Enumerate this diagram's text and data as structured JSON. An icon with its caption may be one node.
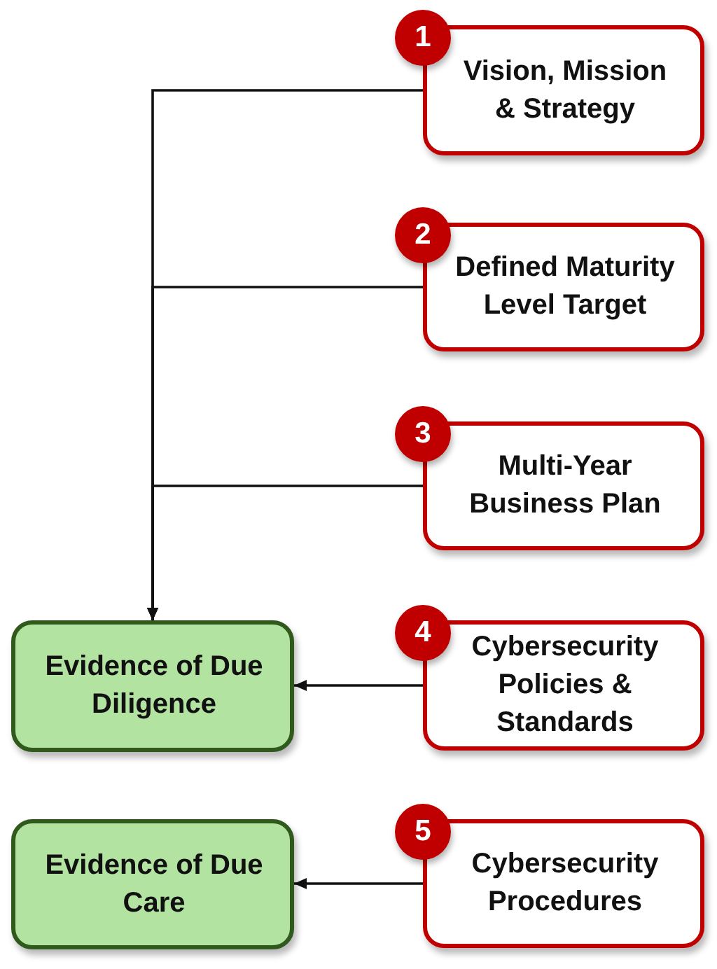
{
  "diagram": {
    "nodes": [
      {
        "text": [
          "1",
          "Vision, Mission & Strategy"
        ]
      },
      {
        "text": [
          "2",
          "Defined Maturity Level Target"
        ]
      },
      {
        "text": [
          "3",
          "Multi-Year Business Plan"
        ]
      },
      {
        "text": [
          "Evidence of Due Diligence"
        ]
      },
      {
        "text": [
          "4",
          "Cybersecurity Policies & Standards"
        ]
      },
      {
        "text": [
          "Evidence of Due Care"
        ]
      },
      {
        "text": [
          "5",
          "Cybersecurity Procedures"
        ]
      }
    ],
    "edges": [
      {
        "from": 0,
        "to": 3,
        "arrow": "to"
      },
      {
        "from": 1,
        "to": 3,
        "arrow": "to"
      },
      {
        "from": 2,
        "to": 3,
        "arrow": "to"
      },
      {
        "from": 4,
        "to": 3,
        "arrow": "to"
      },
      {
        "from": 6,
        "to": 5,
        "arrow": "to"
      }
    ]
  }
}
